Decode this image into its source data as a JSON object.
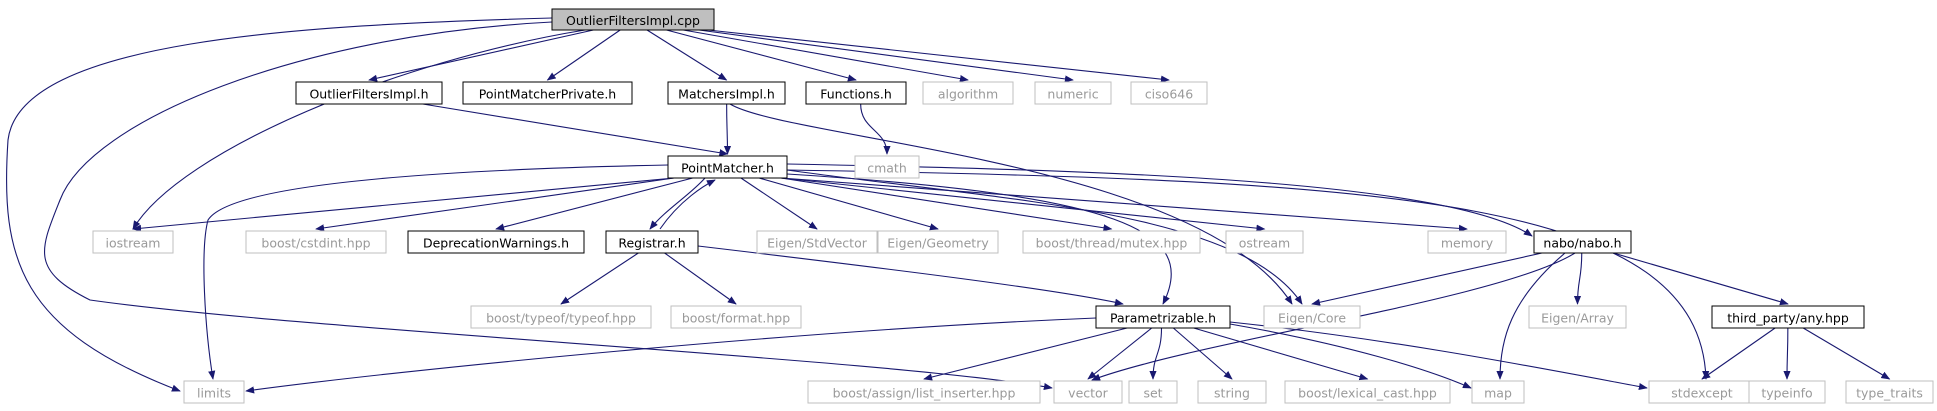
{
  "diagram": {
    "colors": {
      "edge": "#191970",
      "root_fill": "#bfbfbf",
      "local_border": "#000000",
      "external_border": "#bfbfbf",
      "external_text": "#9a9a9a"
    },
    "nodes": [
      {
        "id": "root",
        "label": "OutlierFiltersImpl.cpp",
        "kind": "root"
      },
      {
        "id": "ofimpl_h",
        "label": "OutlierFiltersImpl.h",
        "kind": "local"
      },
      {
        "id": "pmprivate_h",
        "label": "PointMatcherPrivate.h",
        "kind": "local"
      },
      {
        "id": "matchersimpl_h",
        "label": "MatchersImpl.h",
        "kind": "local"
      },
      {
        "id": "functions_h",
        "label": "Functions.h",
        "kind": "local"
      },
      {
        "id": "algorithm",
        "label": "algorithm",
        "kind": "ext"
      },
      {
        "id": "numeric",
        "label": "numeric",
        "kind": "ext"
      },
      {
        "id": "ciso646",
        "label": "ciso646",
        "kind": "ext"
      },
      {
        "id": "cmath",
        "label": "cmath",
        "kind": "ext"
      },
      {
        "id": "pointmatcher_h",
        "label": "PointMatcher.h",
        "kind": "local"
      },
      {
        "id": "iostream",
        "label": "iostream",
        "kind": "ext"
      },
      {
        "id": "cstdint",
        "label": "boost/cstdint.hpp",
        "kind": "ext"
      },
      {
        "id": "deprecation_h",
        "label": "DeprecationWarnings.h",
        "kind": "local"
      },
      {
        "id": "registrar_h",
        "label": "Registrar.h",
        "kind": "local"
      },
      {
        "id": "stdvector",
        "label": "Eigen/StdVector",
        "kind": "ext"
      },
      {
        "id": "geometry",
        "label": "Eigen/Geometry",
        "kind": "ext"
      },
      {
        "id": "mutex",
        "label": "boost/thread/mutex.hpp",
        "kind": "ext"
      },
      {
        "id": "ostream",
        "label": "ostream",
        "kind": "ext"
      },
      {
        "id": "memory",
        "label": "memory",
        "kind": "ext"
      },
      {
        "id": "nabo_h",
        "label": "nabo/nabo.h",
        "kind": "local"
      },
      {
        "id": "typeof",
        "label": "boost/typeof/typeof.hpp",
        "kind": "ext"
      },
      {
        "id": "format",
        "label": "boost/format.hpp",
        "kind": "ext"
      },
      {
        "id": "parametrizable_h",
        "label": "Parametrizable.h",
        "kind": "local"
      },
      {
        "id": "eigencore",
        "label": "Eigen/Core",
        "kind": "ext"
      },
      {
        "id": "eigenarray",
        "label": "Eigen/Array",
        "kind": "ext"
      },
      {
        "id": "anyhpp",
        "label": "third_party/any.hpp",
        "kind": "local"
      },
      {
        "id": "limits",
        "label": "limits",
        "kind": "ext"
      },
      {
        "id": "listinserter",
        "label": "boost/assign/list_inserter.hpp",
        "kind": "ext"
      },
      {
        "id": "vector",
        "label": "vector",
        "kind": "ext"
      },
      {
        "id": "set",
        "label": "set",
        "kind": "ext"
      },
      {
        "id": "string",
        "label": "string",
        "kind": "ext"
      },
      {
        "id": "lexicalcast",
        "label": "boost/lexical_cast.hpp",
        "kind": "ext"
      },
      {
        "id": "map",
        "label": "map",
        "kind": "ext"
      },
      {
        "id": "stdexcept",
        "label": "stdexcept",
        "kind": "ext"
      },
      {
        "id": "typeinfo",
        "label": "typeinfo",
        "kind": "ext"
      },
      {
        "id": "typetraits",
        "label": "type_traits",
        "kind": "ext"
      }
    ],
    "edges": [
      [
        "root",
        "ofimpl_h"
      ],
      [
        "root",
        "pmprivate_h"
      ],
      [
        "root",
        "matchersimpl_h"
      ],
      [
        "root",
        "functions_h"
      ],
      [
        "root",
        "algorithm"
      ],
      [
        "root",
        "numeric"
      ],
      [
        "root",
        "ciso646"
      ],
      [
        "root",
        "iostream"
      ],
      [
        "root",
        "vector"
      ],
      [
        "root",
        "limits"
      ],
      [
        "ofimpl_h",
        "pointmatcher_h"
      ],
      [
        "matchersimpl_h",
        "pointmatcher_h"
      ],
      [
        "matchersimpl_h",
        "eigencore"
      ],
      [
        "functions_h",
        "cmath"
      ],
      [
        "pointmatcher_h",
        "iostream"
      ],
      [
        "pointmatcher_h",
        "cstdint"
      ],
      [
        "pointmatcher_h",
        "deprecation_h"
      ],
      [
        "pointmatcher_h",
        "registrar_h"
      ],
      [
        "pointmatcher_h",
        "stdvector"
      ],
      [
        "pointmatcher_h",
        "geometry"
      ],
      [
        "pointmatcher_h",
        "mutex"
      ],
      [
        "pointmatcher_h",
        "ostream"
      ],
      [
        "pointmatcher_h",
        "memory"
      ],
      [
        "pointmatcher_h",
        "nabo_h"
      ],
      [
        "pointmatcher_h",
        "limits"
      ],
      [
        "pointmatcher_h",
        "parametrizable_h"
      ],
      [
        "pointmatcher_h",
        "stdexcept"
      ],
      [
        "pointmatcher_h",
        "eigencore"
      ],
      [
        "registrar_h",
        "pointmatcher_h"
      ],
      [
        "registrar_h",
        "typeof"
      ],
      [
        "registrar_h",
        "format"
      ],
      [
        "registrar_h",
        "parametrizable_h"
      ],
      [
        "nabo_h",
        "eigencore"
      ],
      [
        "nabo_h",
        "eigenarray"
      ],
      [
        "nabo_h",
        "anyhpp"
      ],
      [
        "nabo_h",
        "vector"
      ],
      [
        "nabo_h",
        "map"
      ],
      [
        "parametrizable_h",
        "limits"
      ],
      [
        "parametrizable_h",
        "listinserter"
      ],
      [
        "parametrizable_h",
        "vector"
      ],
      [
        "parametrizable_h",
        "set"
      ],
      [
        "parametrizable_h",
        "string"
      ],
      [
        "parametrizable_h",
        "lexicalcast"
      ],
      [
        "parametrizable_h",
        "map"
      ],
      [
        "parametrizable_h",
        "stdexcept"
      ],
      [
        "anyhpp",
        "stdexcept"
      ],
      [
        "anyhpp",
        "typeinfo"
      ],
      [
        "anyhpp",
        "typetraits"
      ]
    ]
  }
}
